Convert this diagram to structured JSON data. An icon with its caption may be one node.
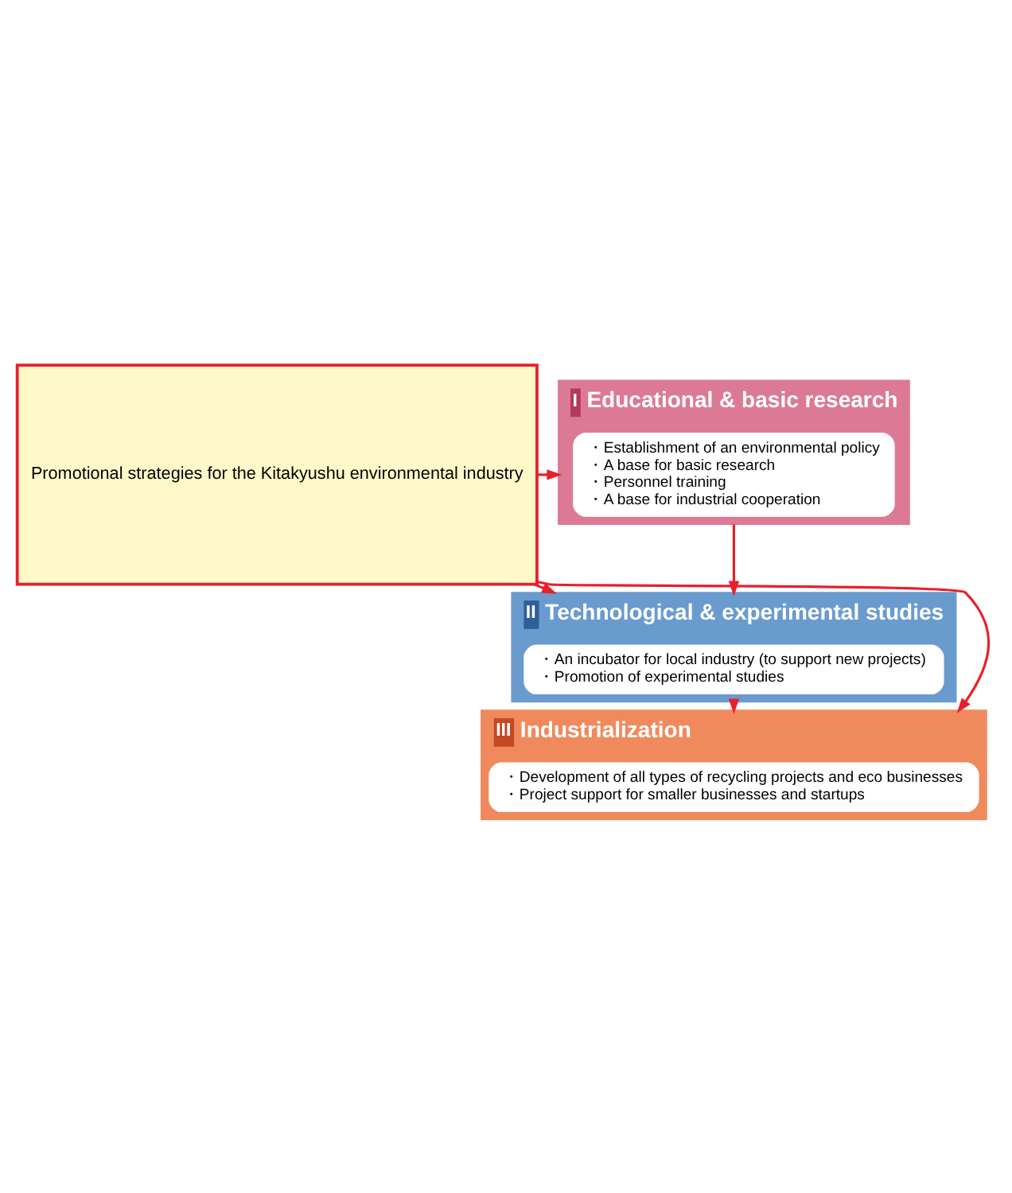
{
  "diagram": {
    "nodes": [
      {
        "text": [
          "Promotional strategies for the Kitakyushu environmental industry"
        ]
      },
      {
        "text": [
          "I",
          "Educational & basic research"
        ]
      },
      {
        "text": [
          "・Establishment of an environmental policy",
          "・A base for basic research",
          "・Personnel training",
          "・A base for industrial cooperation"
        ],
        "in": 1
      },
      {
        "text": [
          "II",
          "Technological & experimental studies"
        ]
      },
      {
        "text": [
          "・An incubator for local industry (to support new projects)",
          "・Promotion of experimental studies"
        ],
        "in": 3
      },
      {
        "text": [
          "III",
          "Industrialization"
        ]
      },
      {
        "text": [
          "・Development of all types of recycling projects and eco businesses",
          "・Project support for smaller businesses and startups"
        ],
        "in": 5
      }
    ],
    "edges": [
      {
        "from": 0,
        "to": 1,
        "arrow": "to"
      },
      {
        "from": 0,
        "to": 3,
        "arrow": "to"
      },
      {
        "from": 0,
        "to": 5,
        "arrow": "to"
      },
      {
        "from": 1,
        "to": 3,
        "arrow": "to"
      },
      {
        "from": 3,
        "to": 5,
        "arrow": "to"
      }
    ]
  }
}
